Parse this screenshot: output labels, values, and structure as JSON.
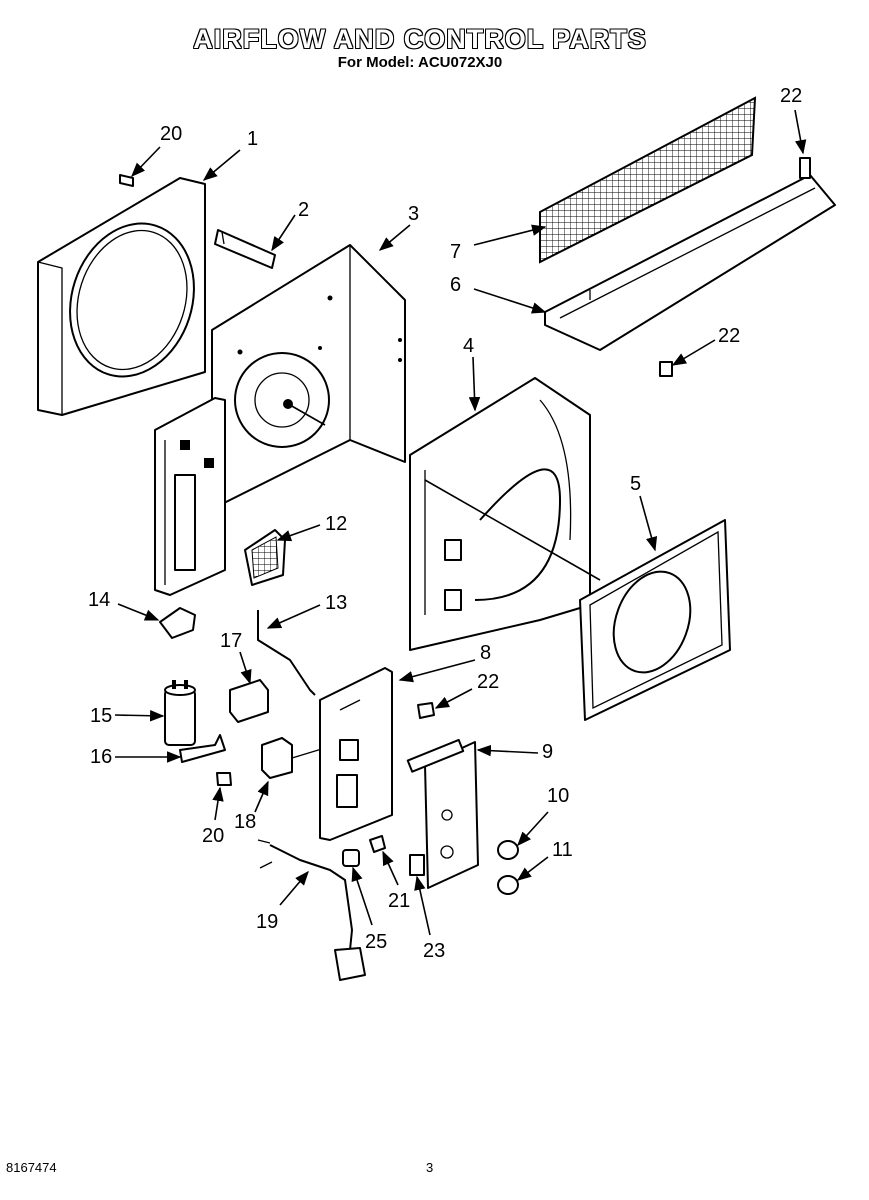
{
  "title": "AIRFLOW AND CONTROL PARTS",
  "subtitle": "For Model: ACU072XJ0",
  "footer": {
    "code": "8167474",
    "page": "3"
  },
  "callouts": {
    "c1": "1",
    "c2": "2",
    "c3": "3",
    "c4": "4",
    "c5": "5",
    "c6": "6",
    "c7": "7",
    "c8": "8",
    "c9": "9",
    "c10": "10",
    "c11": "11",
    "c12": "12",
    "c13": "13",
    "c14": "14",
    "c15": "15",
    "c16": "16",
    "c17": "17",
    "c18": "18",
    "c19": "19",
    "c20a": "20",
    "c20b": "20",
    "c21": "21",
    "c22a": "22",
    "c22b": "22",
    "c22c": "22",
    "c23": "23",
    "c25": "25"
  }
}
